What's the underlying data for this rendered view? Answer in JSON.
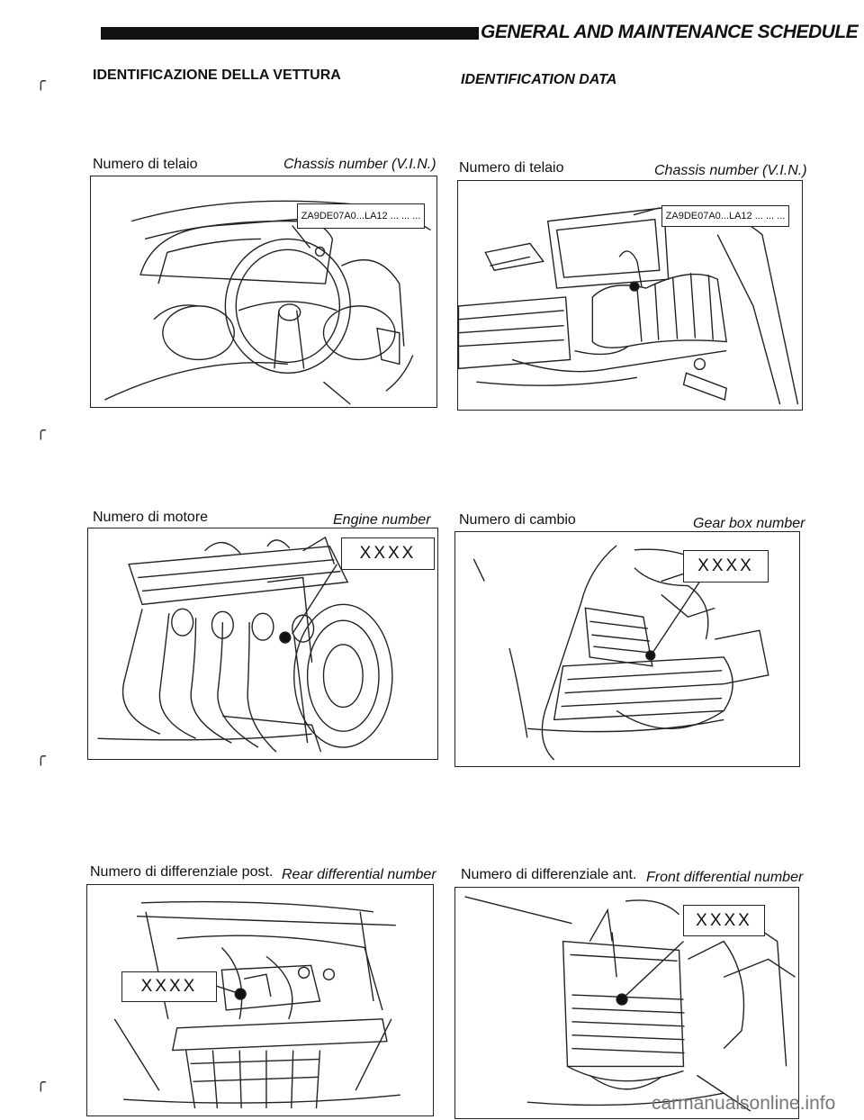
{
  "header": {
    "title": "GENERAL AND MAINTENANCE SCHEDULE"
  },
  "section": {
    "title_it": "IDENTIFICAZIONE DELLA VETTURA",
    "title_en": "IDENTIFICATION DATA"
  },
  "panels": [
    {
      "label_it": "Numero di telaio",
      "label_en": "Chassis number (V.I.N.)",
      "code": "ZA9DE07A0...LA12 ... ... ..."
    },
    {
      "label_it": "Numero di telaio",
      "label_en": "Chassis number (V.I.N.)",
      "code": "ZA9DE07A0...LA12 ... ... ..."
    },
    {
      "label_it": "Numero di motore",
      "label_en": "Engine number",
      "code": "XXXX"
    },
    {
      "label_it": "Numero di cambio",
      "label_en": "Gear box number",
      "code": "XXXX"
    },
    {
      "label_it": "Numero di differenziale post.",
      "label_en": "Rear differential number",
      "code": "XXXX"
    },
    {
      "label_it": "Numero di differenziale ant.",
      "label_en": "Front differential number",
      "code": "XXXX"
    }
  ],
  "footer": {
    "watermark": "carmanualsonline.info"
  }
}
